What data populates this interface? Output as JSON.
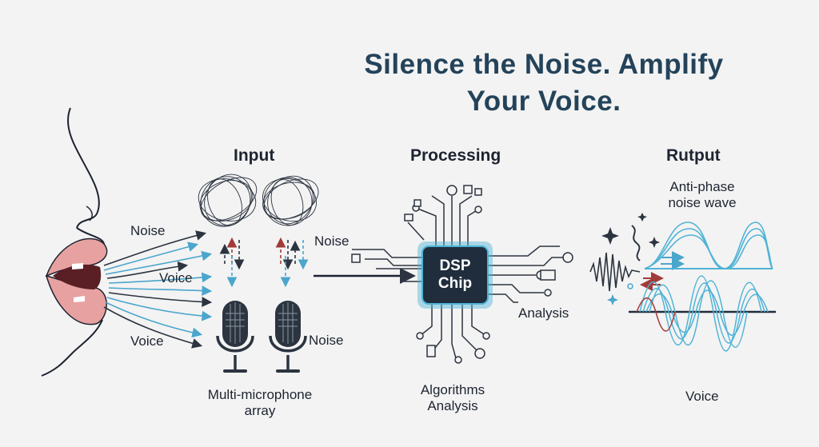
{
  "title": {
    "line1": "Silence the Noise. Amplify",
    "line2": "Your Voice."
  },
  "sections": {
    "input": "Input",
    "processing": "Processing",
    "output": "Rutput"
  },
  "labels": {
    "noise_left": "Noise",
    "voice_mid": "Voice",
    "voice_low": "Voice",
    "noise_mic": "Noise",
    "mic_array_line1": "Multi-microphone",
    "mic_array_line2": "array",
    "noise_processing": "Noise",
    "analysis": "Analysis",
    "algorithms_line1": "Algorithms",
    "algorithms_line2": "Analysis",
    "anti_phase_line1": "Anti-phase",
    "anti_phase_line2": "noise wave",
    "voice_output": "Voice"
  },
  "chip": {
    "line1": "DSP",
    "line2": "Chip"
  },
  "colors": {
    "title": "#24435a",
    "chip": "#1f2d3d",
    "chip_glow": "#4fb3d6",
    "wave": "#4fb3d6",
    "arrow_blue": "#4aa6cc",
    "arrow_red": "#a23a3a",
    "lips": "#e8a1a1"
  }
}
